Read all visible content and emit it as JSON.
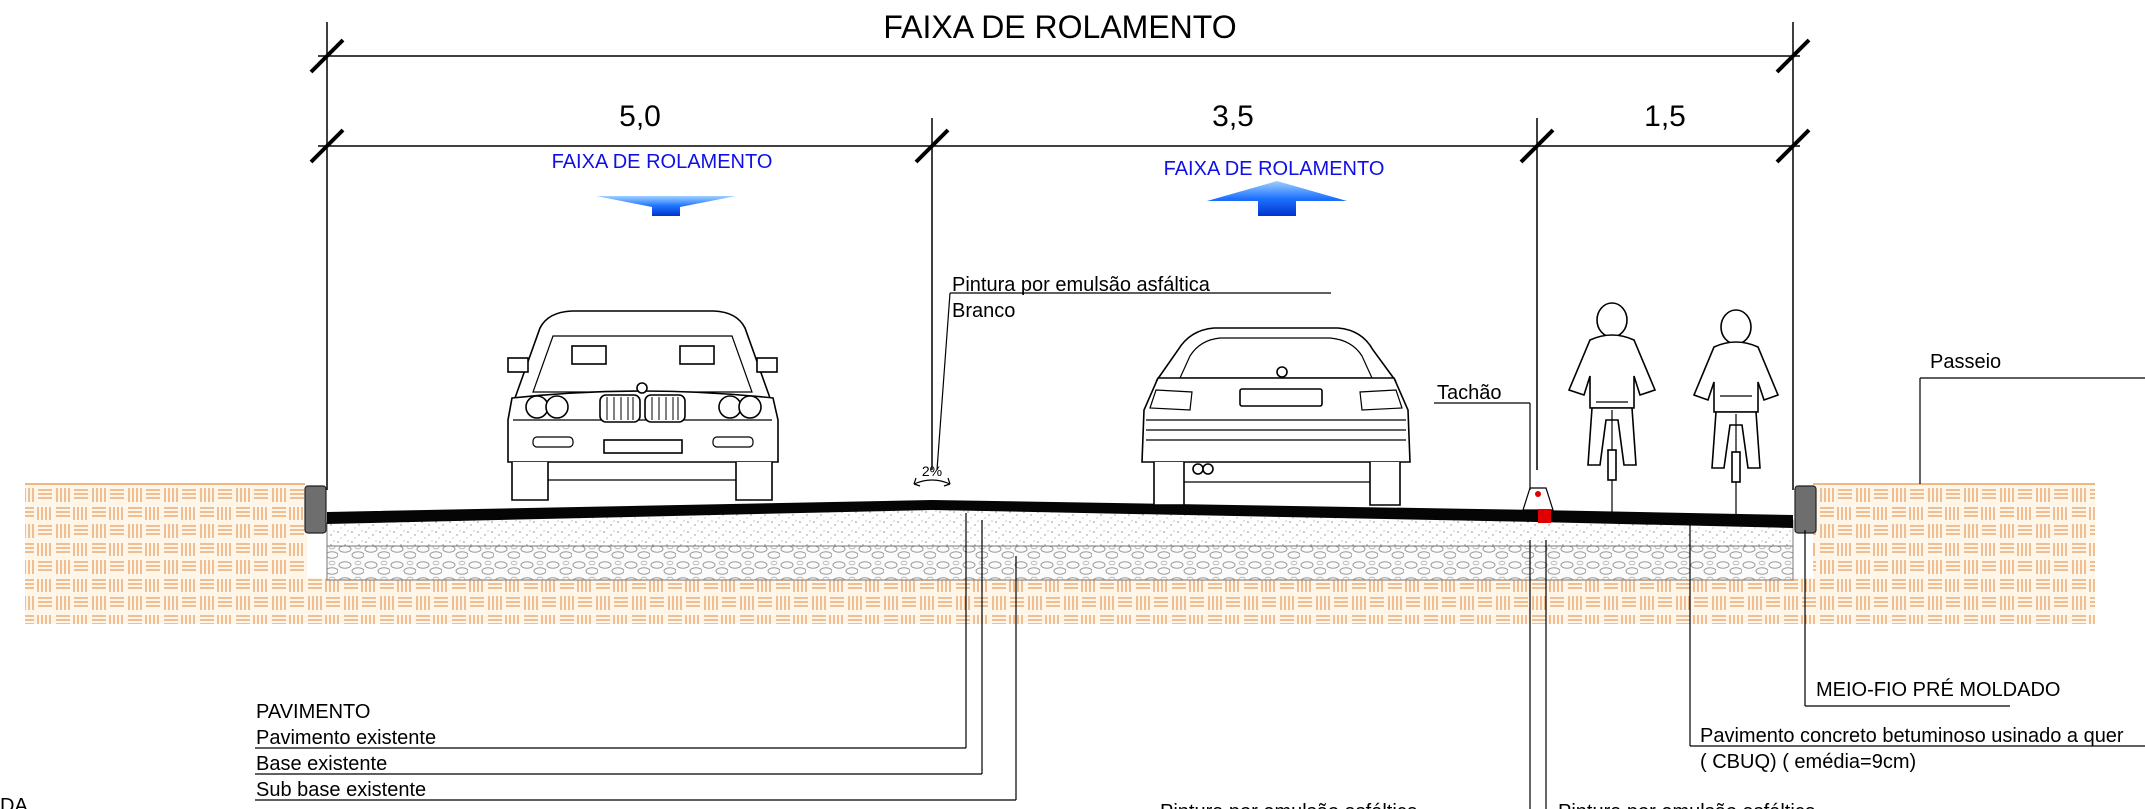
{
  "title": "FAIXA DE ROLAMENTO",
  "dimensions": {
    "lane1": "5,0",
    "lane2": "3,5",
    "lane3": "1,5"
  },
  "lane_labels": {
    "lane1": "FAIXA DE ROLAMENTO",
    "lane2": "FAIXA DE ROLAMENTO"
  },
  "paint_note": {
    "line1": "Pintura por emulsão asfáltica",
    "line2": "Branco"
  },
  "slope": "2%",
  "tachao": "Tachão",
  "passeio": "Passeio",
  "meio_fio": "MEIO-FIO PRÉ MOLDADO",
  "cbuq": {
    "line1": "Pavimento concreto betuminoso usinado a quer",
    "line2": "( CBUQ)    ( emédia=9cm)"
  },
  "pavimento": {
    "heading": "PAVIMENTO",
    "items": [
      "Pavimento existente",
      "Base existente",
      "Sub base existente"
    ]
  },
  "bottom_cut": {
    "left_edge": "DA",
    "paint_left": "Pintura por emulsão asfáltica",
    "paint_right": "Pintura por emulsão asfáltica"
  },
  "colors": {
    "lane_label": "#1010e6",
    "arrow": "#1e73ff",
    "soil": "#e8a060",
    "tachao_red": "#e00000"
  }
}
